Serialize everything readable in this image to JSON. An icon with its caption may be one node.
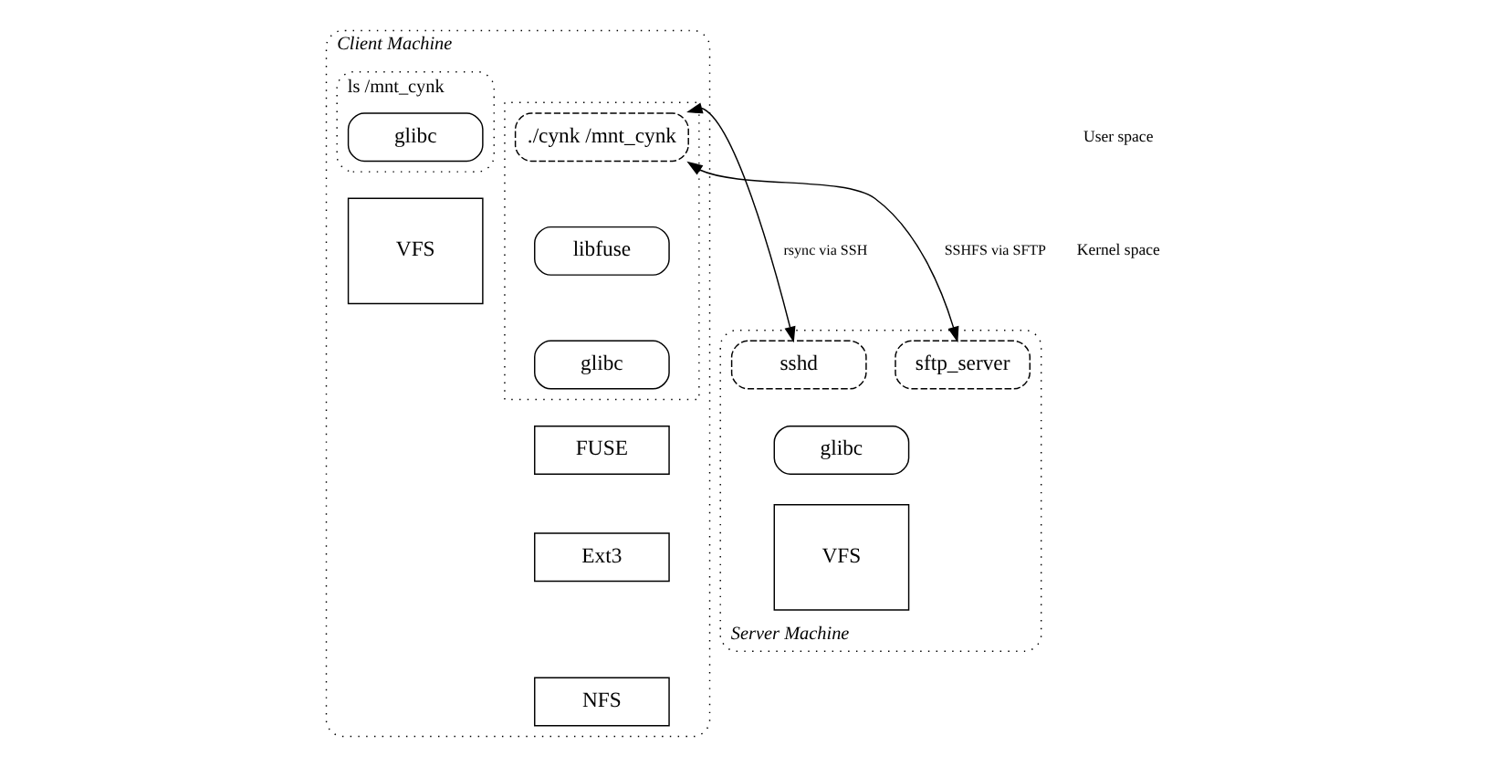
{
  "diagram": {
    "nodes": [
      {
        "text": [
          "Client Machine"
        ]
      },
      {
        "text": [
          "ls /mnt_cynk"
        ],
        "in": 0
      },
      {
        "text": [
          "glibc"
        ],
        "in": 1
      },
      {
        "text": [],
        "shape": "box",
        "in": 0
      },
      {
        "text": [
          "./cynk /mnt_cynk"
        ],
        "in": 3
      },
      {
        "text": [
          "libfuse"
        ],
        "in": 3
      },
      {
        "text": [
          "glibc"
        ],
        "in": 3
      },
      {
        "text": [
          "VFS"
        ],
        "in": 0
      },
      {
        "text": [
          "FUSE"
        ],
        "in": 0
      },
      {
        "text": [
          "Ext3"
        ],
        "in": 0
      },
      {
        "text": [
          "NFS"
        ],
        "in": 0
      },
      {
        "text": [
          "Server Machine"
        ]
      },
      {
        "text": [
          "sshd"
        ],
        "in": 11
      },
      {
        "text": [
          "sftp_server"
        ],
        "in": 11
      },
      {
        "text": [
          "glibc"
        ],
        "in": 11
      },
      {
        "text": [
          "VFS"
        ],
        "in": 11
      }
    ],
    "edges": [
      {
        "from": 4,
        "to": 12,
        "arrow": "both",
        "label": "rsync via SSH"
      },
      {
        "from": 4,
        "to": 13,
        "arrow": "both",
        "label": "SSHFS via SFTP"
      }
    ],
    "labels": [
      "User space",
      "Kernel space"
    ]
  }
}
